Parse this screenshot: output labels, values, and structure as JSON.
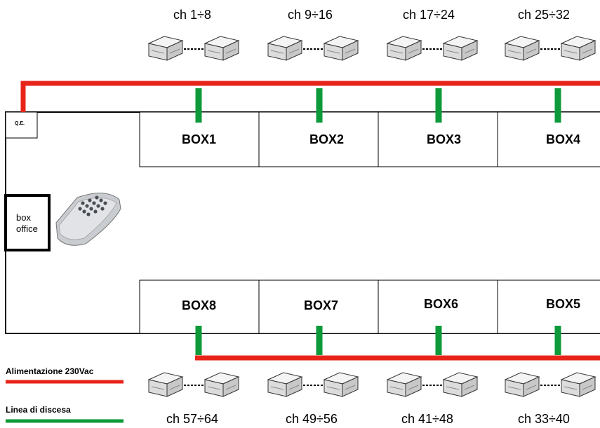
{
  "colors": {
    "power": "#e8241a",
    "drop": "#0d9a3a",
    "outline": "#000000"
  },
  "top_channels": [
    "ch 1÷8",
    "ch 9÷16",
    "ch 17÷24",
    "ch 25÷32"
  ],
  "bottom_channels": [
    "ch 57÷64",
    "ch 49÷56",
    "ch 41÷48",
    "ch 33÷40"
  ],
  "top_boxes": [
    "BOX1",
    "BOX2",
    "BOX3",
    "BOX4"
  ],
  "bottom_boxes": [
    "BOX8",
    "BOX7",
    "BOX6",
    "BOX5"
  ],
  "qe_label": "Q.E.",
  "box_office": {
    "line1": "box",
    "line2": "office"
  },
  "device_icon": "keypad-remote-icon",
  "module_icon": "junction-box-icon",
  "legend": {
    "power": "Alimentazione 230Vac",
    "drop": "Linea di discesa"
  }
}
